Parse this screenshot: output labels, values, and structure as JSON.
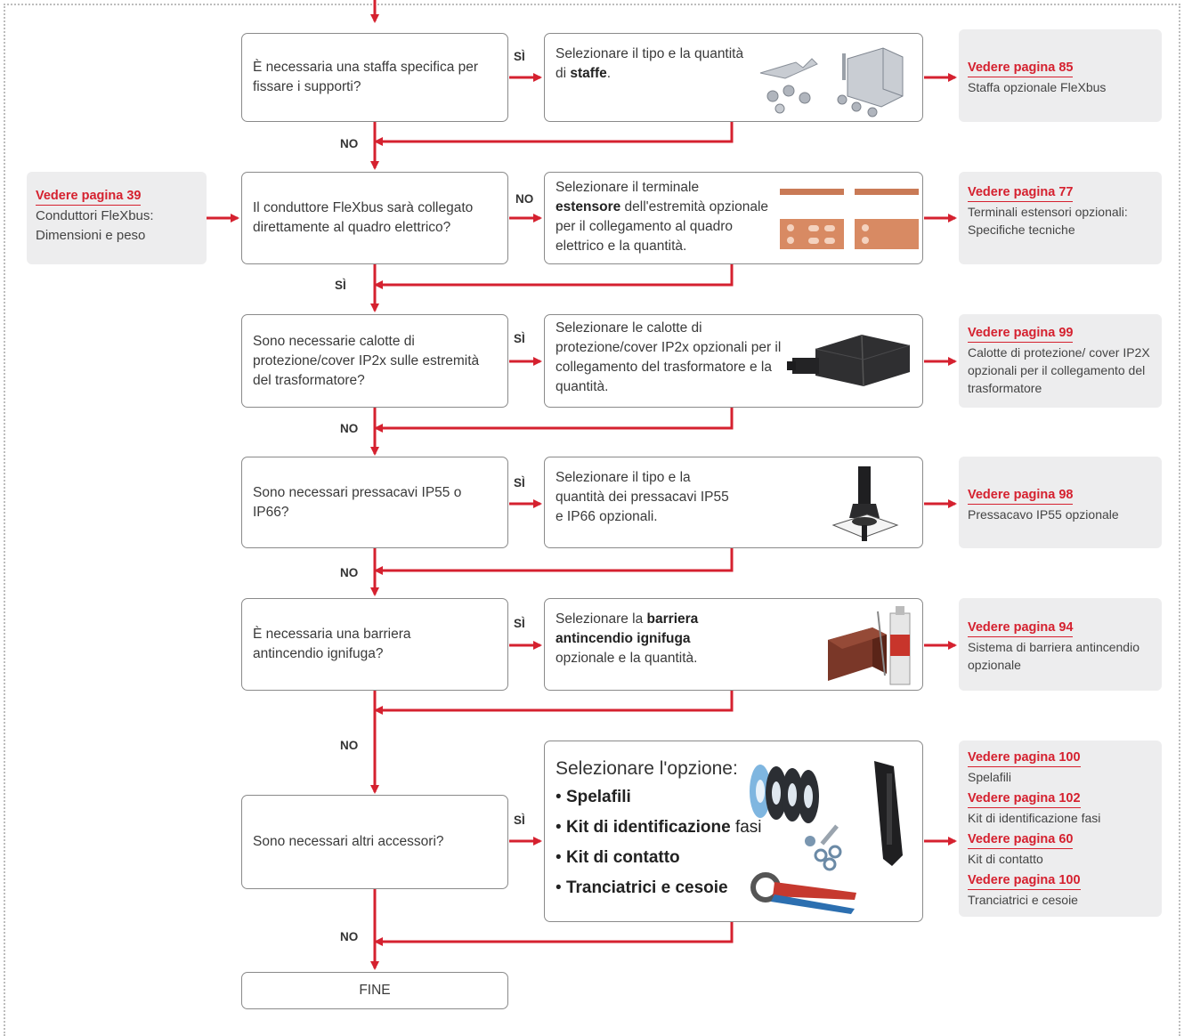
{
  "labels": {
    "yes": "SÌ",
    "no": "NO"
  },
  "side_ref": {
    "link": "Vedere pagina 39",
    "desc1": "Conduttori FleXbus:",
    "desc2": "Dimensioni e peso"
  },
  "steps": [
    {
      "question": "È necessaria una staffa specifica per fissare i supporti?",
      "answer_pre": "Selezionare il tipo e la quantità di ",
      "answer_bold": "staffe",
      "answer_post": ".",
      "ref_link": "Vedere pagina 85",
      "ref_desc": "Staffa opzionale FleXbus"
    },
    {
      "question": "Il conduttore FleXbus sarà collegato direttamente al quadro elettrico?",
      "answer_pre": "Selezionare il terminale",
      "answer_bold": "estensore",
      "answer_post": " dell'estremità opzionale per il collegamento al quadro elettrico e la quantità.",
      "ref_link": "Vedere pagina 77",
      "ref_desc": "Terminali estensori opzionali: Specifiche tecniche"
    },
    {
      "question": "Sono necessarie calotte di protezione/cover IP2x sulle estremità del trasformatore?",
      "answer_pre": "Selezionare le calotte di protezione/cover IP2x opzionali per il collegamento del trasformatore e la quantità.",
      "answer_bold": "",
      "answer_post": "",
      "ref_link": "Vedere pagina 99",
      "ref_desc": "Calotte di protezione/ cover IP2X opzionali per il collegamento del trasformatore"
    },
    {
      "question": "Sono necessari pressacavi IP55 o IP66?",
      "answer_pre": "Selezionare il tipo e la quantità dei pressacavi IP55 e IP66 opzionali.",
      "answer_bold": "",
      "answer_post": "",
      "ref_link": "Vedere pagina 98",
      "ref_desc": "Pressacavo IP55 opzionale"
    },
    {
      "question": "È necessaria una barriera antincendio ignifuga?",
      "answer_pre": "Selezionare la ",
      "answer_bold": "barriera antincendio ignifuga",
      "answer_post": " opzionale e la quantità.",
      "ref_link": "Vedere pagina 94",
      "ref_desc": "Sistema di barriera antincendio opzionale"
    }
  ],
  "last_step": {
    "question": "Sono necessari altri accessori?",
    "title": "Selezionare l'opzione:",
    "items": [
      {
        "bold": "Spelafili",
        "rest": ""
      },
      {
        "bold": "Kit di identificazione",
        "rest": " fasi"
      },
      {
        "bold": "Kit di contatto",
        "rest": ""
      },
      {
        "bold": "Tranciatrici e cesoie",
        "rest": ""
      }
    ],
    "refs": [
      {
        "link": "Vedere pagina 100",
        "desc": "Spelafili"
      },
      {
        "link": "Vedere pagina 102",
        "desc": "Kit di identificazione fasi"
      },
      {
        "link": "Vedere pagina 60",
        "desc": "Kit di contatto"
      },
      {
        "link": "Vedere pagina 100",
        "desc": "Tranciatrici e cesoie"
      }
    ]
  },
  "end_label": "FINE",
  "colors": {
    "accent": "#d5212f",
    "box_border": "#8a8a8a",
    "ref_bg": "#ededee"
  }
}
